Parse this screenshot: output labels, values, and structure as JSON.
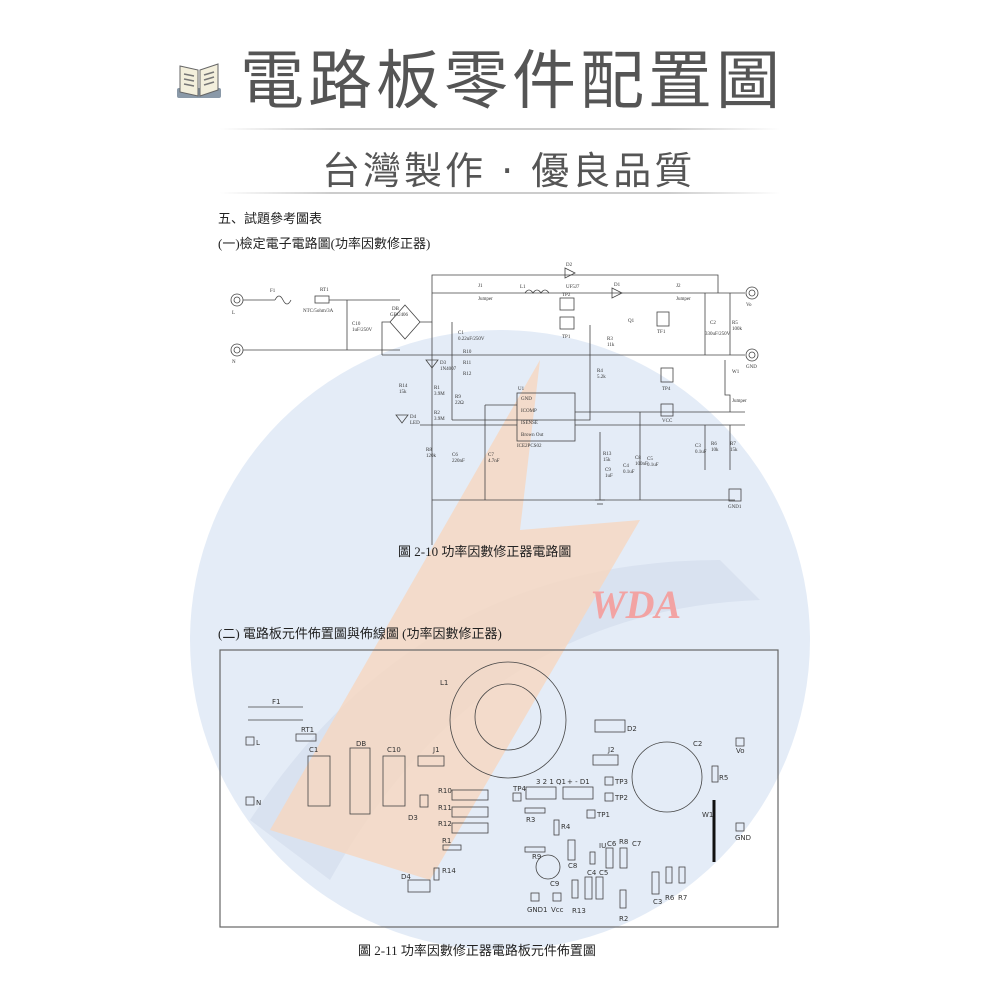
{
  "header": {
    "title": "電路板零件配置圖",
    "subtitle": "台灣製作 · 優良品質",
    "icon": "book-icon"
  },
  "watermark": {
    "text": "WDA",
    "colors": {
      "circle": "#dfe8f5",
      "swoosh": "#f3c9a8",
      "text": "#f08080"
    }
  },
  "document": {
    "section_heading": "五、試題參考圖表",
    "sub1": "(一)檢定電子電路圖(功率因數修正器)",
    "caption1": "圖 2-10  功率因數修正器電路圖",
    "sub2": "(二) 電路板元件佈置圖與佈線圖 (功率因數修正器)",
    "caption2": "圖 2-11  功率因數修正器電路板元件佈置圖"
  },
  "schematic": {
    "labels": [
      "L",
      "N",
      "F1",
      "RT1",
      "NTC/5ohm/3A",
      "C10",
      "1uF/250V",
      "DB",
      "GBU406",
      "D2",
      "UF5J7",
      "J1",
      "Jumper",
      "L1",
      "D1",
      "J2",
      "Jumper",
      "C2",
      "330uF/250V",
      "R5",
      "100k",
      "Vo",
      "GND",
      "TP2",
      "TP1",
      "Q1",
      "TF1",
      "R3",
      "11k",
      "C1",
      "0.22uF/250V",
      "D3",
      "1N4007",
      "R10",
      "R11",
      "R12",
      "R14",
      "15k",
      "R1",
      "3.9M",
      "R9",
      "22Ω",
      "R2",
      "3.9M",
      "D4",
      "LED",
      "R8",
      "120k",
      "C6",
      "220nF",
      "C7",
      "4.7nF",
      "U1",
      "GND",
      "ICOMP",
      "ISENSE",
      "Brown Out",
      "ICE2PCS02",
      "R4",
      "5.2k",
      "TP4",
      "W1",
      "Jumper",
      "VCC",
      "R13",
      "15k",
      "C9",
      "1uF",
      "C4",
      "0.1uF",
      "C8",
      "100nF",
      "C5",
      "0.1uF",
      "C3",
      "0.1uF",
      "R6",
      "10k",
      "R7",
      "15k",
      "GND1"
    ]
  },
  "layout": {
    "labels": [
      "L1",
      "F1",
      "RT1",
      "L",
      "N",
      "C1",
      "DB",
      "C10",
      "J1",
      "D3",
      "R10",
      "R11",
      "R12",
      "R1",
      "D4",
      "R14",
      "TP4",
      "3 2 1 Q1",
      "+  -  D1",
      "TP3",
      "TP2",
      "TP1",
      "R3",
      "R4",
      "D2",
      "J2",
      "C2",
      "R5",
      "Vo",
      "W1",
      "GND",
      "R9",
      "C9",
      "C8",
      "IU",
      "C6",
      "R8",
      "C7",
      "C4",
      "C5",
      "R13",
      "GND1",
      "Vcc",
      "R2",
      "C3",
      "R6",
      "R7"
    ]
  }
}
